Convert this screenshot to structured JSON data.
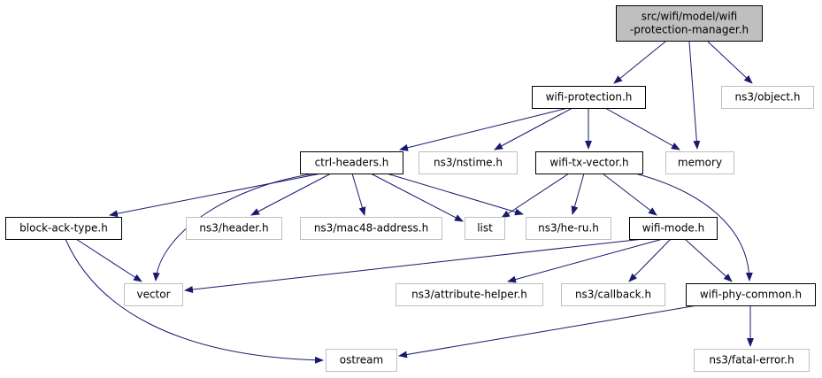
{
  "colors": {
    "edge": "#191970",
    "root_fill": "#bfbfbf",
    "node_border": "#000000",
    "external_border": "#bfbfbf",
    "node_fill": "#ffffff"
  },
  "nodes": {
    "root": {
      "lines": [
        "src/wifi/model/wifi",
        "-protection-manager.h"
      ]
    },
    "wifi_protection": {
      "lines": [
        "wifi-protection.h"
      ]
    },
    "memory": {
      "lines": [
        "memory"
      ]
    },
    "ns3_object": {
      "lines": [
        "ns3/object.h"
      ]
    },
    "ctrl_headers": {
      "lines": [
        "ctrl-headers.h"
      ]
    },
    "ns3_nstime": {
      "lines": [
        "ns3/nstime.h"
      ]
    },
    "wifi_tx_vector": {
      "lines": [
        "wifi-tx-vector.h"
      ]
    },
    "block_ack_type": {
      "lines": [
        "block-ack-type.h"
      ]
    },
    "ns3_header": {
      "lines": [
        "ns3/header.h"
      ]
    },
    "ns3_mac48": {
      "lines": [
        "ns3/mac48-address.h"
      ]
    },
    "list": {
      "lines": [
        "list"
      ]
    },
    "ns3_he_ru": {
      "lines": [
        "ns3/he-ru.h"
      ]
    },
    "wifi_mode": {
      "lines": [
        "wifi-mode.h"
      ]
    },
    "vector": {
      "lines": [
        "vector"
      ]
    },
    "ns3_attribute_helper": {
      "lines": [
        "ns3/attribute-helper.h"
      ]
    },
    "ns3_callback": {
      "lines": [
        "ns3/callback.h"
      ]
    },
    "wifi_phy_common": {
      "lines": [
        "wifi-phy-common.h"
      ]
    },
    "ostream": {
      "lines": [
        "ostream"
      ]
    },
    "ns3_fatal_error": {
      "lines": [
        "ns3/fatal-error.h"
      ]
    }
  },
  "edges": [
    [
      "root",
      "wifi_protection"
    ],
    [
      "root",
      "memory"
    ],
    [
      "root",
      "ns3_object"
    ],
    [
      "wifi_protection",
      "ctrl_headers"
    ],
    [
      "wifi_protection",
      "ns3_nstime"
    ],
    [
      "wifi_protection",
      "wifi_tx_vector"
    ],
    [
      "wifi_protection",
      "memory"
    ],
    [
      "ctrl_headers",
      "block_ack_type"
    ],
    [
      "ctrl_headers",
      "vector"
    ],
    [
      "ctrl_headers",
      "ns3_header"
    ],
    [
      "ctrl_headers",
      "ns3_mac48"
    ],
    [
      "ctrl_headers",
      "list"
    ],
    [
      "ctrl_headers",
      "ns3_he_ru"
    ],
    [
      "wifi_tx_vector",
      "list"
    ],
    [
      "wifi_tx_vector",
      "ns3_he_ru"
    ],
    [
      "wifi_tx_vector",
      "wifi_mode"
    ],
    [
      "wifi_tx_vector",
      "wifi_phy_common"
    ],
    [
      "block_ack_type",
      "vector"
    ],
    [
      "block_ack_type",
      "ostream"
    ],
    [
      "wifi_mode",
      "vector"
    ],
    [
      "wifi_mode",
      "ns3_attribute_helper"
    ],
    [
      "wifi_mode",
      "ns3_callback"
    ],
    [
      "wifi_mode",
      "wifi_phy_common"
    ],
    [
      "wifi_phy_common",
      "ostream"
    ],
    [
      "wifi_phy_common",
      "ns3_fatal_error"
    ]
  ]
}
